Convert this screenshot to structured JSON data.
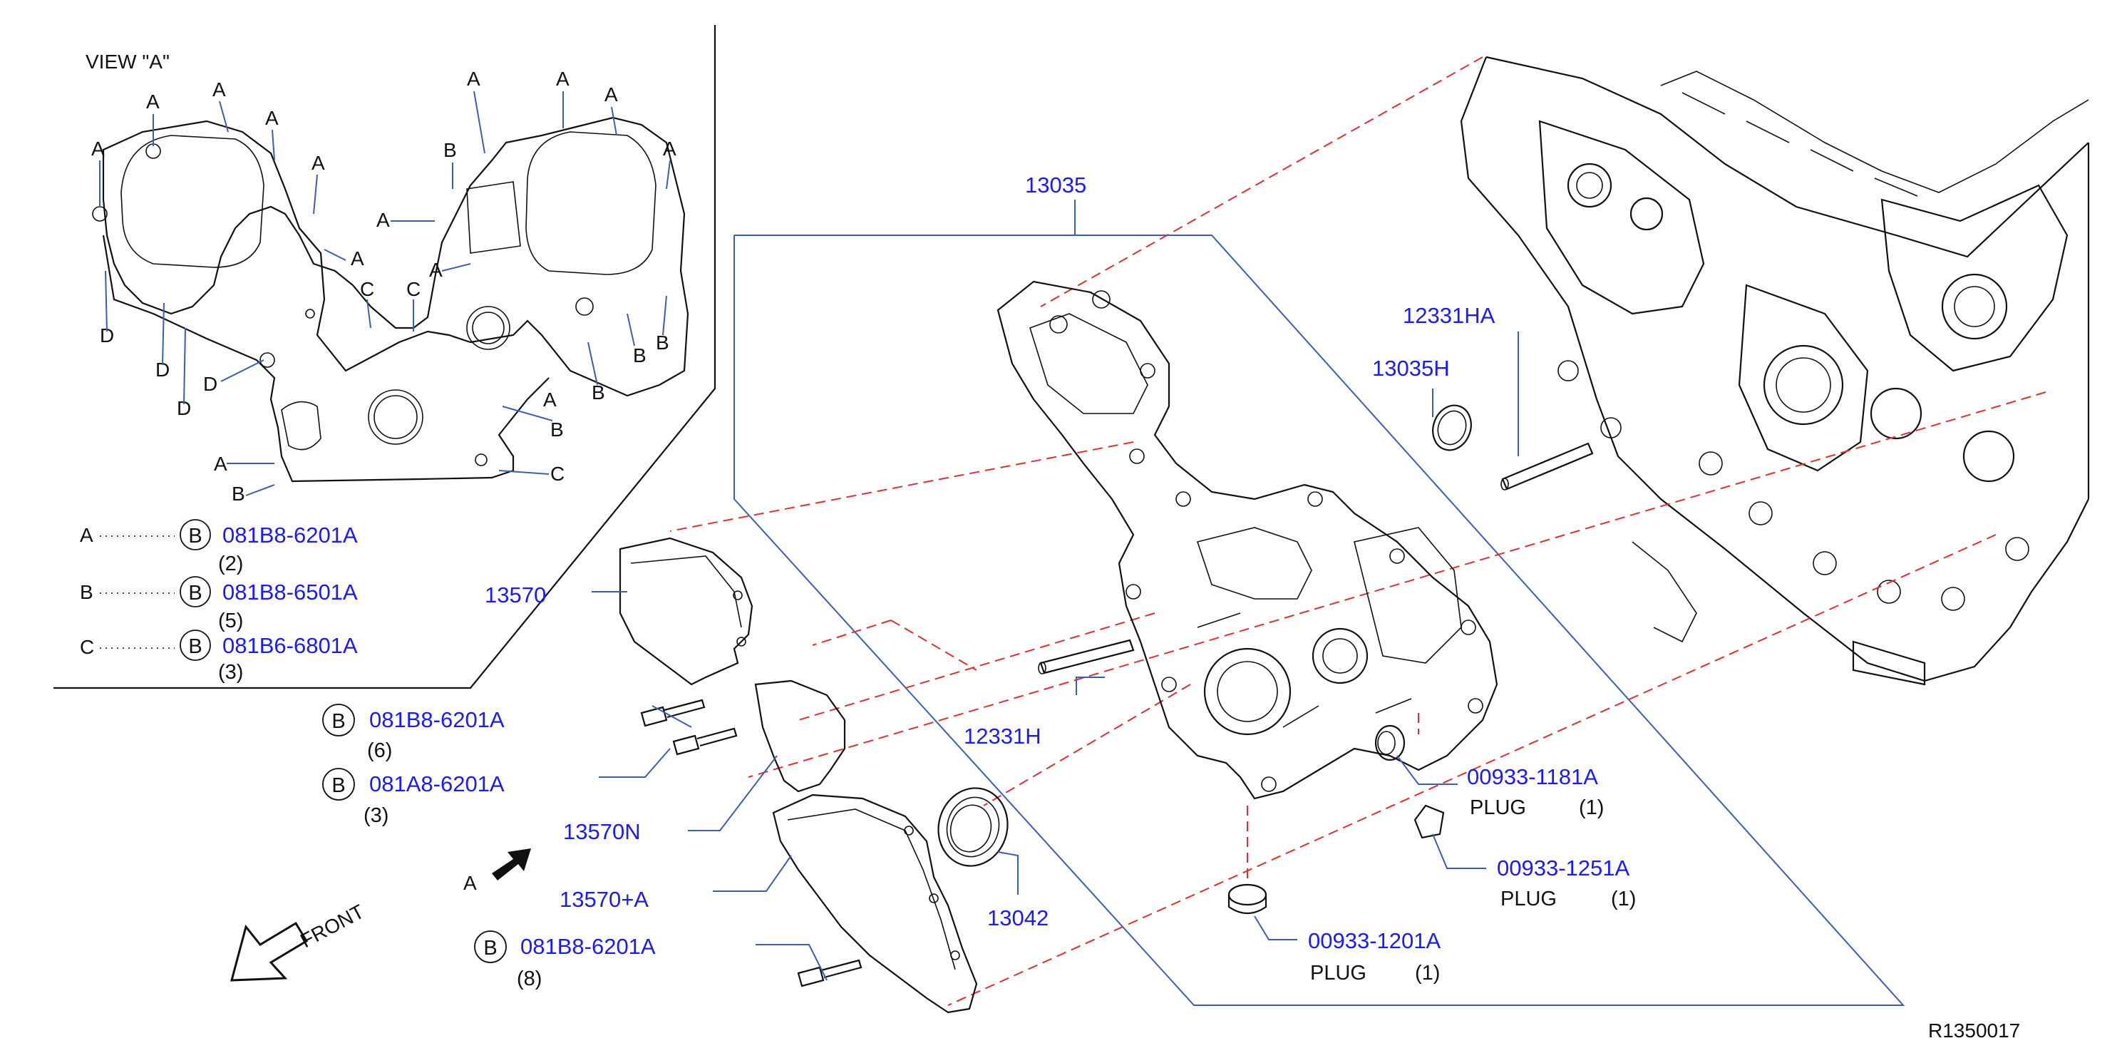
{
  "view_title": "VIEW  \"A\"",
  "view_letters": {
    "A": "A",
    "B": "B",
    "C": "C",
    "D": "D"
  },
  "legend": [
    {
      "letter": "A",
      "ref": "B",
      "part": "081B8-6201A",
      "qty": "(2)"
    },
    {
      "letter": "B",
      "ref": "B",
      "part": "081B8-6501A",
      "qty": "(5)"
    },
    {
      "letter": "C",
      "ref": "B",
      "part": "081B6-6801A",
      "qty": "(3)"
    }
  ],
  "parts": {
    "p13035": "13035",
    "p12331HA": "12331HA",
    "p13035H": "13035H",
    "p13570": "13570",
    "p12331H": "12331H",
    "p13570N": "13570N",
    "p13570A": "13570+A",
    "p13042": "13042",
    "p00933_1181A": "00933-1181A",
    "p00933_1251A": "00933-1251A",
    "p00933_1201A": "00933-1201A"
  },
  "bolts": [
    {
      "ref": "B",
      "part": "081B8-6201A",
      "qty": "(6)"
    },
    {
      "ref": "B",
      "part": "081A8-6201A",
      "qty": "(3)"
    },
    {
      "ref": "B",
      "part": "081B8-6201A",
      "qty": "(8)"
    }
  ],
  "plug_label": "PLUG",
  "plug_qty": "(1)",
  "arrow_a": "A",
  "front_label": "FRONT",
  "diagram_id": "R1350017",
  "colors": {
    "part_number": "#1a1aff",
    "leader": "#3a5fb0",
    "dashed": "#e03030",
    "ink": "#111111"
  }
}
